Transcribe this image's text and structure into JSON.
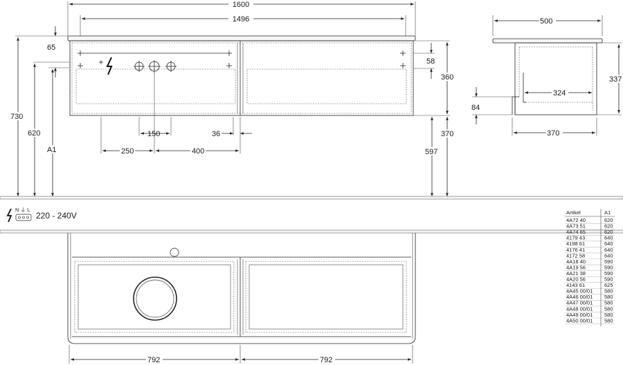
{
  "front_view": {
    "width_total": "1600",
    "width_inner": "1496",
    "top_offset": "65",
    "drawer_height": "58",
    "body_height": "360",
    "mount_height": "370",
    "floor_clearance": "597",
    "height_total": "730",
    "height_top": "620",
    "height_variable": "A1",
    "spacing_a": "150",
    "spacing_b": "36",
    "spacing_c": "250",
    "spacing_d": "400"
  },
  "side_view": {
    "depth_total": "500",
    "body_height": "337",
    "inner_depth": "324",
    "depth_lower": "370",
    "step_height": "84"
  },
  "plan_view": {
    "left_width": "792",
    "right_width": "792"
  },
  "electrical": {
    "terminal_labels": "N ⏚ L",
    "voltage": "220 - 240V"
  },
  "table": {
    "headers": [
      "Artikel",
      "A1"
    ],
    "rows": [
      [
        "4A72 40",
        "620"
      ],
      [
        "4A73 51",
        "620"
      ],
      [
        "4A74 65",
        "620"
      ],
      [
        "4179 43",
        "640"
      ],
      [
        "4198 61",
        "640"
      ],
      [
        "4176 41",
        "640"
      ],
      [
        "4172 58",
        "640"
      ],
      [
        "4A18 40",
        "590"
      ],
      [
        "4A19 56",
        "590"
      ],
      [
        "4A21 38",
        "590"
      ],
      [
        "4A20 56",
        "590"
      ],
      [
        "4143 61",
        "625"
      ],
      [
        "4A45 00/01",
        "580"
      ],
      [
        "4A46 00/01",
        "580"
      ],
      [
        "4A47 00/01",
        "580"
      ],
      [
        "4A48 00/01",
        "580"
      ],
      [
        "4A49 00/01",
        "580"
      ],
      [
        "4A50 00/01",
        "580"
      ]
    ]
  }
}
